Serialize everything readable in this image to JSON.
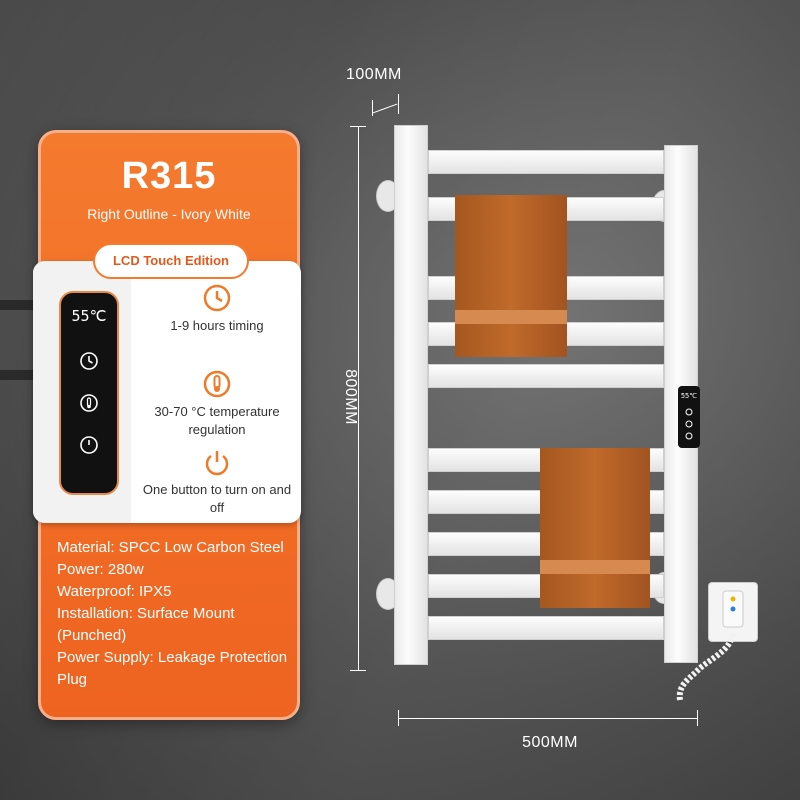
{
  "product": {
    "model": "R315",
    "variant": "Right Outline - Ivory White",
    "edition_badge": "LCD Touch Edition"
  },
  "control_panel": {
    "temperature_display": "55℃",
    "icons": [
      "clock-icon",
      "thermometer-icon",
      "power-icon"
    ]
  },
  "features": [
    {
      "icon": "clock-icon",
      "text": "1-9 hours timing"
    },
    {
      "icon": "thermometer-icon",
      "text": "30-70 °C temperature regulation"
    },
    {
      "icon": "power-icon",
      "text": "One button to turn on and off"
    }
  ],
  "specs": [
    "Material: SPCC Low Carbon Steel",
    "Power: 280w",
    "Waterproof: IPX5",
    "Installation: Surface Mount (Punched)",
    "Power Supply: Leakage Protection Plug"
  ],
  "dimensions": {
    "depth": "100MM",
    "height": "800MM",
    "width": "500MM"
  },
  "colors": {
    "card_orange": "#f47a2e",
    "badge_text": "#e2591b",
    "icon_orange": "#ef7a2a"
  }
}
